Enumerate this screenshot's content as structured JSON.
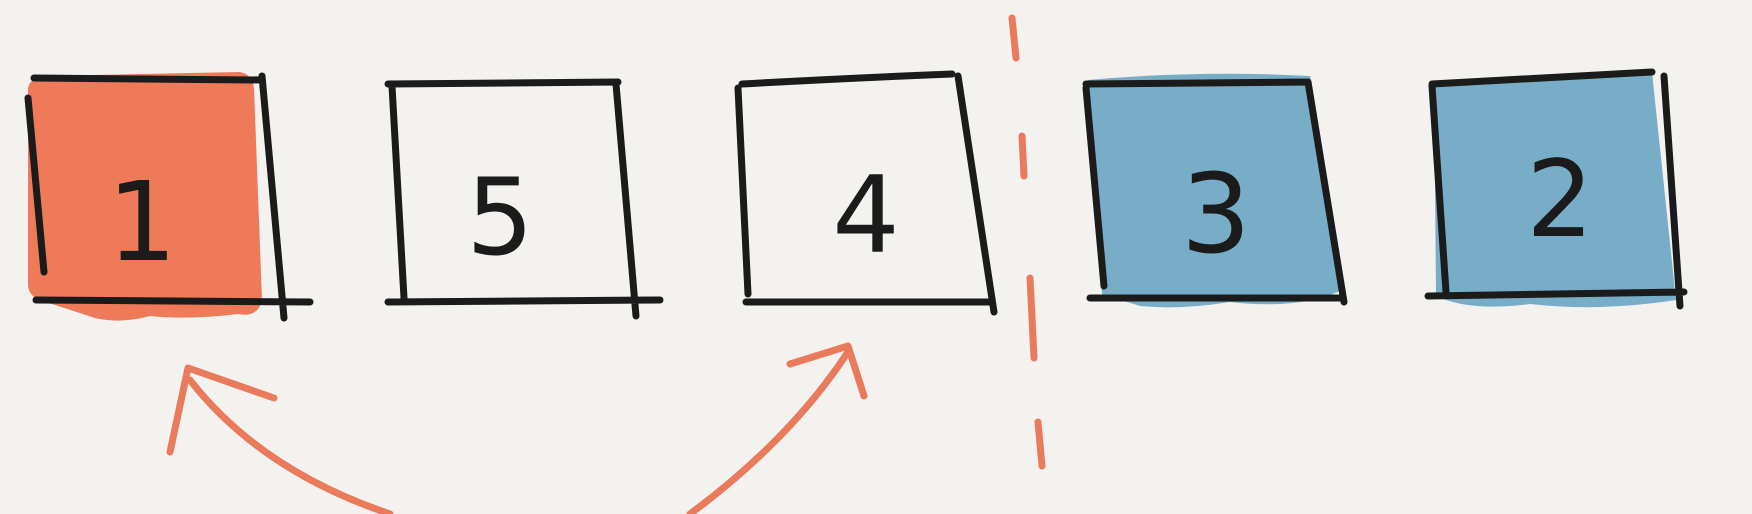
{
  "diagram": {
    "boxes": [
      {
        "label": "1",
        "fill": "#ef7a5a"
      },
      {
        "label": "5",
        "fill": "#ffffff"
      },
      {
        "label": "4",
        "fill": "#ffffff"
      },
      {
        "label": "3",
        "fill": "#78adc8"
      },
      {
        "label": "2",
        "fill": "#78adc8"
      }
    ],
    "colors": {
      "background": "#f3f2ef",
      "ink": "#1b1b1b",
      "accent": "#ea7a5c",
      "blue": "#78adc8",
      "orange": "#ef7a5a"
    }
  }
}
